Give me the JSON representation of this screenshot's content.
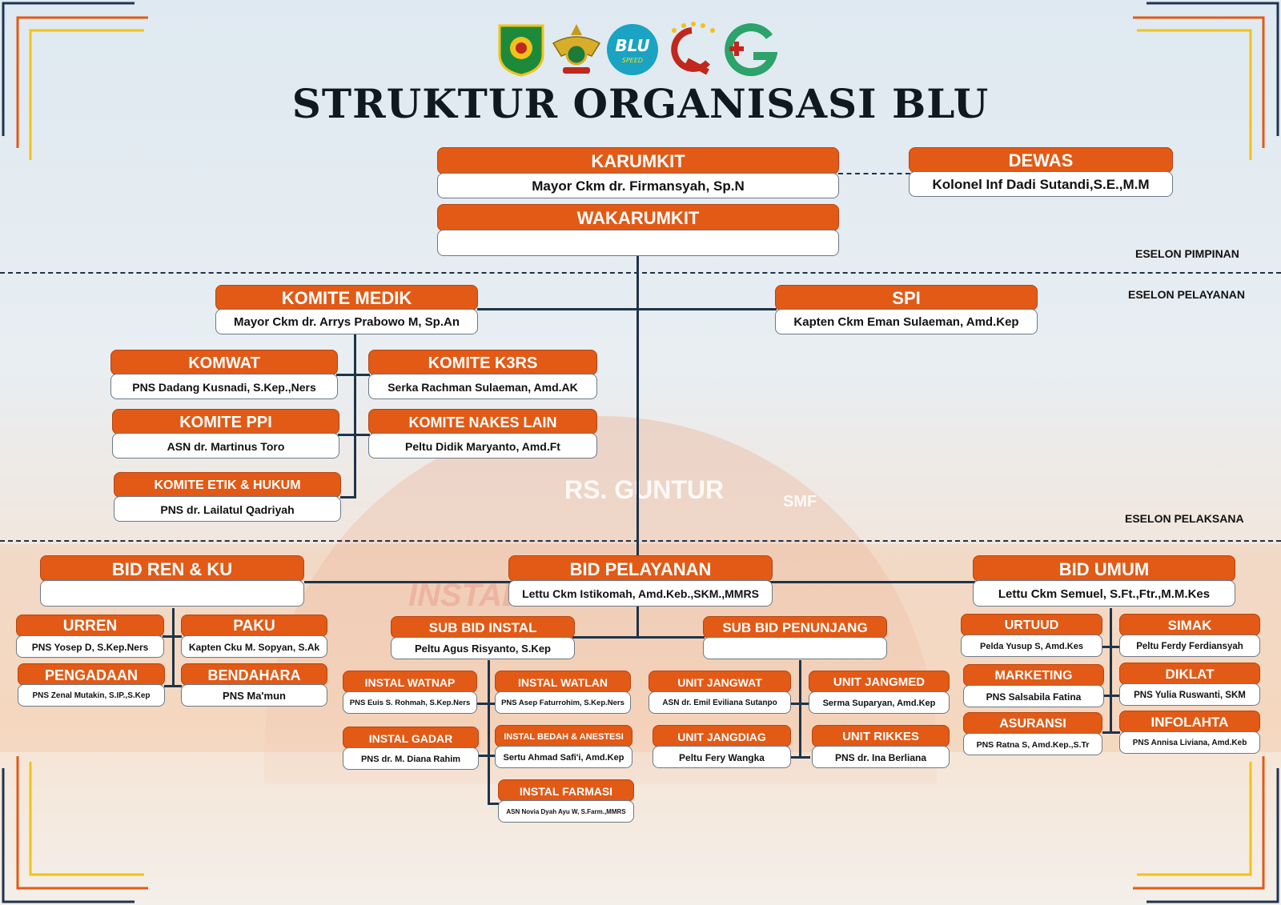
{
  "title": "STRUKTUR ORGANISASI BLU",
  "logos": {
    "blu_text": "BLU",
    "blu_sub": "SPEED"
  },
  "background": {
    "sign_main": "RS. GUNTUR",
    "sign_side": "SMF",
    "building_text": "INSTAL RAWAT JALAN"
  },
  "levels": {
    "pimpinan": "ESELON PIMPINAN",
    "pelayanan": "ESELON PELAYANAN",
    "pelaksana": "ESELON PELAKSANA"
  },
  "units": {
    "karumkit": {
      "title": "KARUMKIT",
      "name": "Mayor Ckm dr. Firmansyah, Sp.N"
    },
    "dewas": {
      "title": "DEWAS",
      "name": "Kolonel Inf Dadi Sutandi,S.E.,M.M"
    },
    "wakarumkit": {
      "title": "WAKARUMKIT",
      "name": ""
    },
    "komite_medik": {
      "title": "KOMITE MEDIK",
      "name": "Mayor Ckm dr. Arrys Prabowo M, Sp.An"
    },
    "spi": {
      "title": "SPI",
      "name": "Kapten Ckm Eman Sulaeman, Amd.Kep"
    },
    "komwat": {
      "title": "KOMWAT",
      "name": "PNS Dadang Kusnadi, S.Kep.,Ners"
    },
    "komite_k3rs": {
      "title": "KOMITE K3RS",
      "name": "Serka Rachman Sulaeman, Amd.AK"
    },
    "komite_ppi": {
      "title": "KOMITE PPI",
      "name": "ASN dr. Martinus Toro"
    },
    "komite_nakes": {
      "title": "KOMITE NAKES LAIN",
      "name": "Peltu Didik Maryanto, Amd.Ft"
    },
    "komite_etik": {
      "title": "KOMITE ETIK & HUKUM",
      "name": "PNS dr. Lailatul Qadriyah"
    },
    "bid_ren": {
      "title": "BID REN & KU",
      "name": ""
    },
    "bid_pelayanan": {
      "title": "BID PELAYANAN",
      "name": "Lettu Ckm Istikomah, Amd.Keb.,SKM.,MMRS"
    },
    "bid_umum": {
      "title": "BID UMUM",
      "name": "Lettu Ckm Semuel, S.Ft.,Ftr.,M.M.Kes"
    },
    "urren": {
      "title": "URREN",
      "name": "PNS Yosep D, S.Kep.Ners"
    },
    "paku": {
      "title": "PAKU",
      "name": "Kapten Cku M. Sopyan, S.Ak"
    },
    "pengadaan": {
      "title": "PENGADAAN",
      "name": "PNS Zenal Mutakin, S.IP.,S.Kep"
    },
    "bendahara": {
      "title": "BENDAHARA",
      "name": "PNS Ma'mun"
    },
    "sub_instal": {
      "title": "SUB BID INSTAL",
      "name": "Peltu Agus Risyanto, S.Kep"
    },
    "sub_penunjang": {
      "title": "SUB BID PENUNJANG",
      "name": ""
    },
    "instal_watnap": {
      "title": "INSTAL WATNAP",
      "name": "PNS Euis S. Rohmah, S.Kep.Ners"
    },
    "instal_watlan": {
      "title": "INSTAL WATLAN",
      "name": "PNS Asep Faturrohim, S.Kep.Ners"
    },
    "instal_gadar": {
      "title": "INSTAL GADAR",
      "name": "PNS dr. M. Diana Rahim"
    },
    "instal_bedah": {
      "title": "INSTAL BEDAH & ANESTESI",
      "name": "Sertu Ahmad Safi'i, Amd.Kep"
    },
    "instal_farmasi": {
      "title": "INSTAL FARMASI",
      "name": "ASN Novia Dyah Ayu W, S.Farm.,MMRS"
    },
    "unit_jangwat": {
      "title": "UNIT JANGWAT",
      "name": "ASN dr. Emil Eviliana Sutanpo"
    },
    "unit_jangmed": {
      "title": "UNIT JANGMED",
      "name": "Serma Suparyan, Amd.Kep"
    },
    "unit_jangdiag": {
      "title": "UNIT JANGDIAG",
      "name": "Peltu Fery Wangka"
    },
    "unit_rikkes": {
      "title": "UNIT RIKKES",
      "name": "PNS dr. Ina Berliana"
    },
    "urtuud": {
      "title": "URTUUD",
      "name": "Pelda Yusup S, Amd.Kes"
    },
    "simak": {
      "title": "SIMAK",
      "name": "Peltu Ferdy Ferdiansyah"
    },
    "marketing": {
      "title": "MARKETING",
      "name": "PNS Salsabila Fatina"
    },
    "diklat": {
      "title": "DIKLAT",
      "name": "PNS Yulia Ruswanti, SKM"
    },
    "asuransi": {
      "title": "ASURANSI",
      "name": "PNS Ratna S, Amd.Kep.,S.Tr"
    },
    "infolahta": {
      "title": "INFOLAHTA",
      "name": "PNS Annisa Liviana, Amd.Keb"
    }
  }
}
